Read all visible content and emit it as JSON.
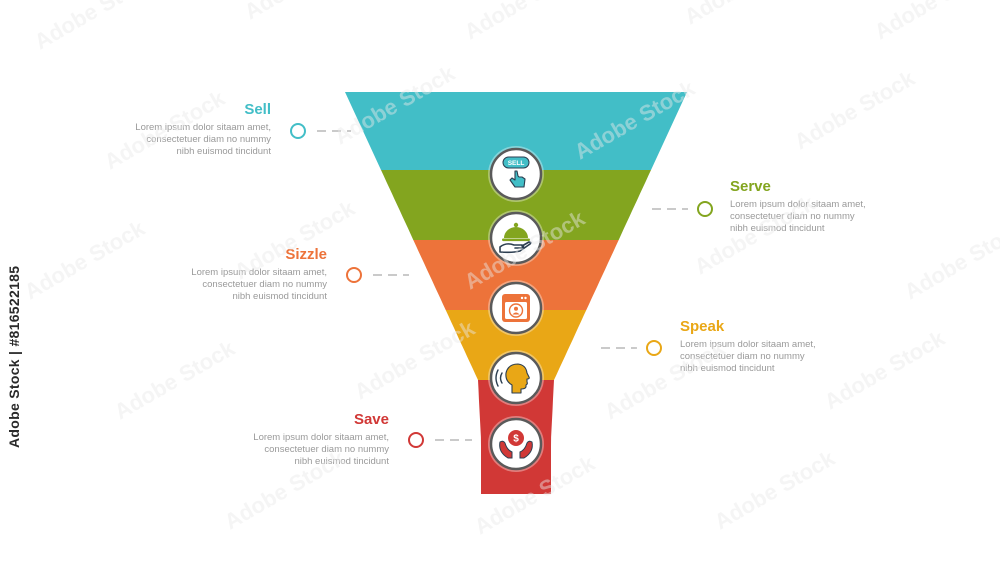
{
  "stages": [
    {
      "title": "Sell",
      "desc": "Lorem ipsum dolor sitaam amet,\nconsectetuer diam no nummy\nnibh euismod tincidunt",
      "color": "#42bec7",
      "icon": "sell-button-icon",
      "side": "left",
      "icon_text": "SELL"
    },
    {
      "title": "Serve",
      "desc": "Lorem ipsum dolor sitaam amet,\nconsectetuer diam no nummy\nnibh euismod tincidunt",
      "color": "#83a51f",
      "icon": "food-serving-icon",
      "side": "right"
    },
    {
      "title": "Sizzle",
      "desc": "Lorem ipsum dolor sitaam amet,\nconsectetuer diam no nummy\nnibh euismod tincidunt",
      "color": "#ed733a",
      "icon": "browser-user-icon",
      "side": "left"
    },
    {
      "title": "Speak",
      "desc": "Lorem ipsum dolor sitaam amet,\nconsectetuer diam no nummy\nnibh euismod tincidunt",
      "color": "#e9a716",
      "icon": "speaking-head-icon",
      "side": "right"
    },
    {
      "title": "Save",
      "desc": "Lorem ipsum dolor sitaam amet,\nconsectetuer diam no nummy\nnibh euismod tincidunt",
      "color": "#d13836",
      "icon": "money-hands-icon",
      "side": "left"
    }
  ],
  "watermark": {
    "stock_id": "Adobe Stock | #816522185",
    "repeat_text": "Adobe Stock"
  }
}
